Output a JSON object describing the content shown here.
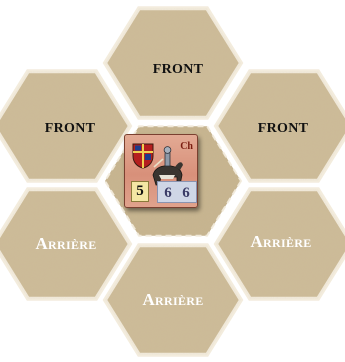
{
  "board": {
    "hex_color": "#cdbb97",
    "hex_edge_color": "#f3ecdd",
    "front_label": "FRONT",
    "rear_label": "Arrière",
    "hexes": [
      {
        "id": "top",
        "zone": "front"
      },
      {
        "id": "upper-left",
        "zone": "front"
      },
      {
        "id": "upper-right",
        "zone": "front"
      },
      {
        "id": "center",
        "zone": "occupied"
      },
      {
        "id": "lower-left",
        "zone": "rear"
      },
      {
        "id": "lower-right",
        "zone": "rear"
      },
      {
        "id": "bottom",
        "zone": "rear"
      }
    ]
  },
  "labels": {
    "top": "FRONT",
    "upper_left": "FRONT",
    "upper_right": "FRONT",
    "lower_left": "Arrière",
    "lower_right": "Arrière",
    "bottom": "Arrière"
  },
  "counter": {
    "unit_code": "Ch",
    "stat_1": "5",
    "stat_2": "6",
    "stat_3": "6",
    "background_color": "#dc9a84",
    "icon_crest": "heraldic-shield-icon",
    "icon_figure": "mounted-knight-icon"
  }
}
